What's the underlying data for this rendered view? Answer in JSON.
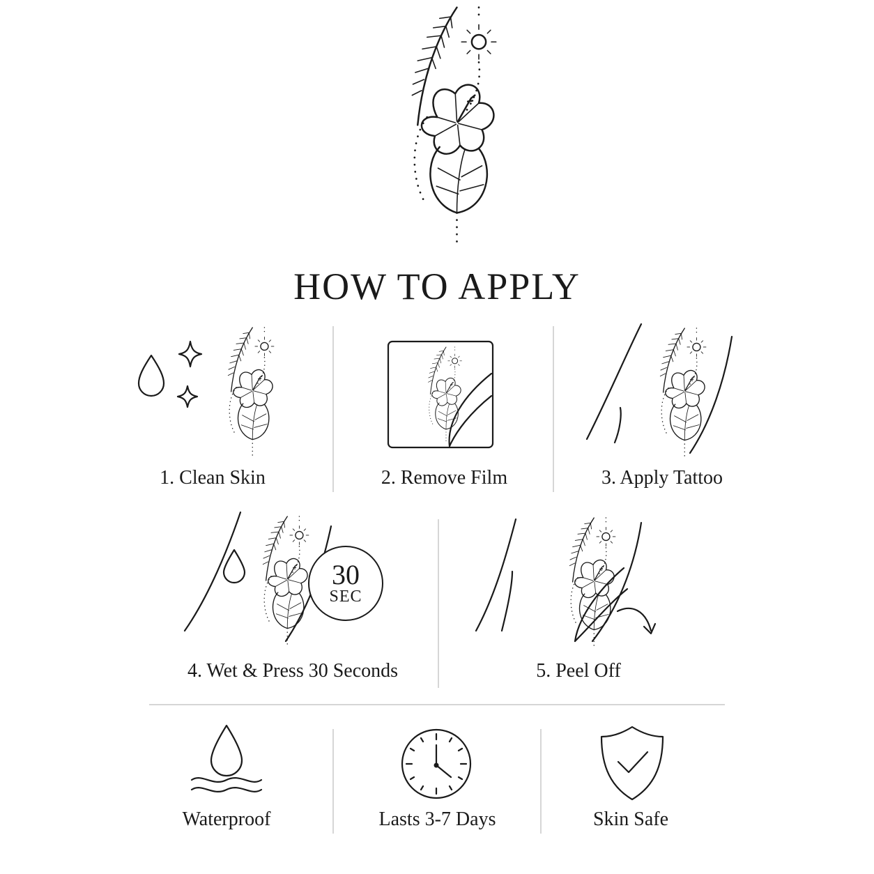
{
  "title": "HOW TO APPLY",
  "steps": [
    {
      "label": "1. Clean Skin"
    },
    {
      "label": "2. Remove Film"
    },
    {
      "label": "3. Apply Tattoo"
    },
    {
      "label": "4. Wet & Press 30 Seconds"
    },
    {
      "label": "5. Peel Off"
    }
  ],
  "timer": {
    "value": "30",
    "unit": "SEC"
  },
  "features": [
    {
      "label": "Waterproof",
      "icon": "water-drop-waves-icon"
    },
    {
      "label": "Lasts 3-7 Days",
      "icon": "clock-icon"
    },
    {
      "label": "Skin Safe",
      "icon": "shield-check-icon"
    }
  ],
  "colors": {
    "ink": "#1a1a1a",
    "divider": "#d6d6d6",
    "background": "#ffffff"
  }
}
